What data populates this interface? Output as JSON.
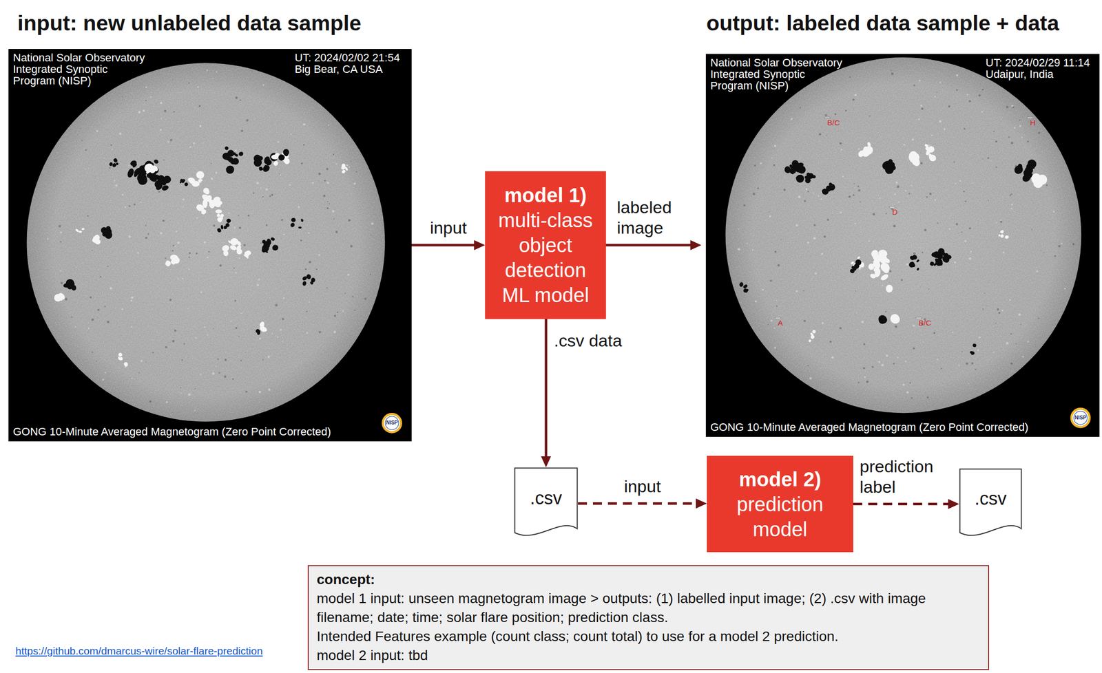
{
  "diagram": {
    "nodes": [
      {
        "text": [
          "National Solar Observatory Integrated Synoptic Program (NISP)",
          "UT: 2024/02/02 21:54",
          "Big Bear, CA USA",
          "GONG 10-Minute Averaged Magnetogram (Zero Point Corrected)"
        ]
      },
      {
        "text": [
          "model 1)",
          "multi-class object detection ML model"
        ]
      },
      {
        "text": [
          "National Solar Observatory Integrated Synoptic Program (NISP)",
          "UT: 2024/02/29 11:14",
          "Udaipur, India",
          "GONG 10-Minute Averaged Magnetogram (Zero Point Corrected)"
        ]
      },
      {
        "text": [
          "B/C"
        ],
        "in": 2
      },
      {
        "text": [
          "H"
        ],
        "in": 2
      },
      {
        "text": [
          "D"
        ],
        "in": 2
      },
      {
        "text": [
          "A"
        ],
        "in": 2
      },
      {
        "text": [
          "B/C"
        ],
        "in": 2
      },
      {
        "text": [
          ".csv"
        ]
      },
      {
        "text": [
          "model 2)",
          "prediction model"
        ]
      },
      {
        "text": [
          ".csv"
        ]
      },
      {
        "text": [
          "concept:",
          "model 1 input: unseen magnetogram image > outputs: (1) labelled input image; (2) .csv with image filename; date; time; solar flare position; prediction class.",
          "Intended Features example (count class; count total) to use for a model 2 prediction.",
          "model 2 input: tbd"
        ]
      }
    ],
    "edges": [
      {
        "from": 0,
        "to": 1,
        "arrow": "to",
        "label": "input"
      },
      {
        "from": 1,
        "to": 2,
        "arrow": "to",
        "label": "labeled image"
      },
      {
        "from": 1,
        "to": 8,
        "arrow": "to",
        "label": ".csv data"
      },
      {
        "from": 8,
        "to": 9,
        "arrow": "to",
        "label": "input"
      },
      {
        "from": 9,
        "to": 10,
        "arrow": "to",
        "label": "prediction label"
      }
    ],
    "labels": [
      "input: new unlabeled data sample",
      "output: labeled data sample + data",
      "NISP",
      "NISP",
      "https://github.com/dmarcus-wire/solar-flare-prediction"
    ]
  }
}
